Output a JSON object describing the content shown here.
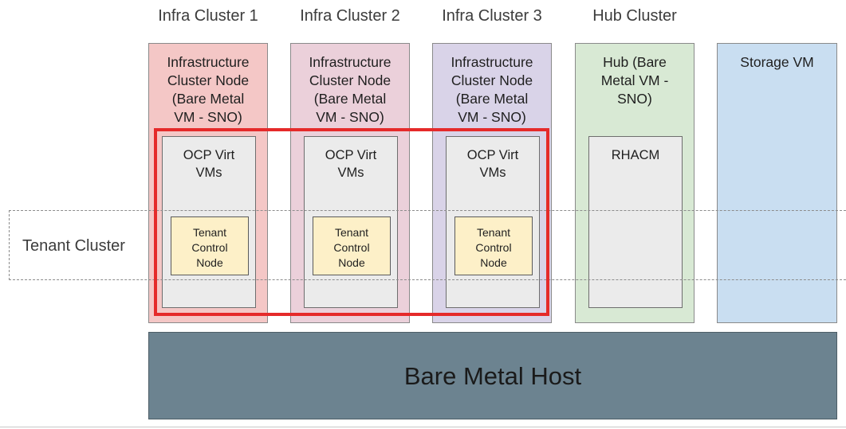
{
  "column_labels": [
    "Infra Cluster 1",
    "Infra Cluster 2",
    "Infra Cluster 3",
    "Hub Cluster"
  ],
  "columns": [
    {
      "title": "Infrastructure\nCluster Node\n(Bare Metal\nVM - SNO)",
      "color": "#f4c7c6",
      "inner": "OCP Virt\nVMs",
      "tenant_node": "Tenant\nControl\nNode"
    },
    {
      "title": "Infrastructure\nCluster Node\n(Bare Metal\nVM - SNO)",
      "color": "#ebd0da",
      "inner": "OCP Virt\nVMs",
      "tenant_node": "Tenant\nControl\nNode"
    },
    {
      "title": "Infrastructure\nCluster Node\n(Bare Metal\nVM - SNO)",
      "color": "#d9d3e8",
      "inner": "OCP Virt\nVMs",
      "tenant_node": "Tenant\nControl\nNode"
    },
    {
      "title": "Hub (Bare\nMetal VM -\nSNO)",
      "color": "#d8e9d4",
      "inner": "RHACM"
    },
    {
      "title": "Storage VM",
      "color": "#c9def1"
    }
  ],
  "tenant_cluster_label": "Tenant Cluster",
  "host_label": "Bare Metal Host",
  "colors": {
    "highlight": "#e52a2a",
    "host": "#6c8390",
    "tenant_node": "#fdf0c8",
    "inner": "#ebebeb"
  }
}
